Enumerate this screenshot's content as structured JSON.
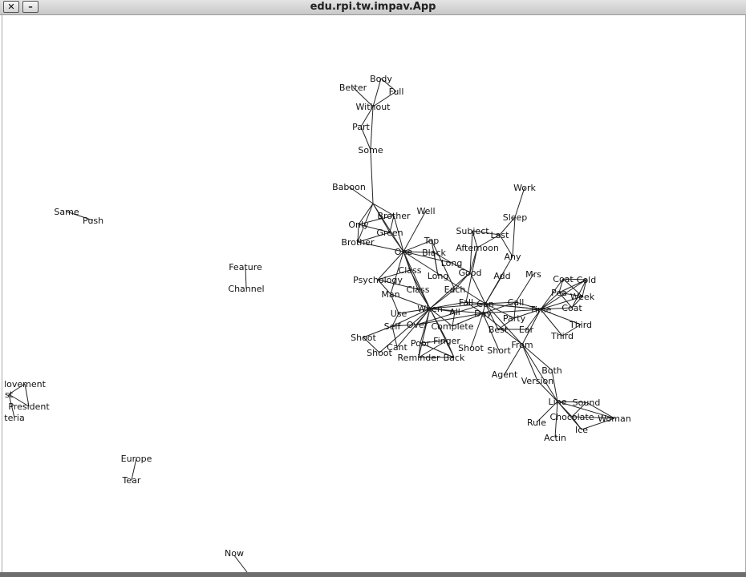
{
  "window": {
    "title": "edu.rpi.tw.impav.App",
    "close_label": "✕",
    "minimize_label": "–"
  },
  "graph": {
    "nodes": [
      {
        "id": "body",
        "label": "Body"
      },
      {
        "id": "better",
        "label": "Better"
      },
      {
        "id": "full",
        "label": "Full"
      },
      {
        "id": "without",
        "label": "Without"
      },
      {
        "id": "part",
        "label": "Part"
      },
      {
        "id": "some",
        "label": "Some"
      },
      {
        "id": "baboon",
        "label": "Baboon"
      },
      {
        "id": "n",
        "label": "N"
      },
      {
        "id": "only",
        "label": "Only"
      },
      {
        "id": "brother1",
        "label": "Brother"
      },
      {
        "id": "well",
        "label": "Well"
      },
      {
        "id": "green",
        "label": "Green"
      },
      {
        "id": "brother2",
        "label": "Brother"
      },
      {
        "id": "one",
        "label": "One"
      },
      {
        "id": "black",
        "label": "Black"
      },
      {
        "id": "top",
        "label": "Top"
      },
      {
        "id": "long1",
        "label": "Long"
      },
      {
        "id": "long2",
        "label": "Long"
      },
      {
        "id": "psychology",
        "label": "Psychology"
      },
      {
        "id": "class1",
        "label": "Class"
      },
      {
        "id": "class2",
        "label": "Class"
      },
      {
        "id": "man",
        "label": "Man"
      },
      {
        "id": "each",
        "label": "Each"
      },
      {
        "id": "good",
        "label": "Good"
      },
      {
        "id": "subject",
        "label": "Subject"
      },
      {
        "id": "last",
        "label": "Last"
      },
      {
        "id": "afternoon",
        "label": "Afternoon"
      },
      {
        "id": "any",
        "label": "Any"
      },
      {
        "id": "add",
        "label": "Add"
      },
      {
        "id": "work",
        "label": "Work"
      },
      {
        "id": "sleep",
        "label": "Sleep"
      },
      {
        "id": "mrs",
        "label": "Mrs"
      },
      {
        "id": "fall",
        "label": "Fall"
      },
      {
        "id": "can",
        "label": "Can"
      },
      {
        "id": "day",
        "label": "Day"
      },
      {
        "id": "call",
        "label": "Call"
      },
      {
        "id": "party",
        "label": "Party"
      },
      {
        "id": "best",
        "label": "Best"
      },
      {
        "id": "ear",
        "label": "Ear"
      },
      {
        "id": "from",
        "label": "From"
      },
      {
        "id": "time",
        "label": "Time"
      },
      {
        "id": "coat1",
        "label": "Coat"
      },
      {
        "id": "cold",
        "label": "Cold"
      },
      {
        "id": "pea",
        "label": "Pea"
      },
      {
        "id": "week",
        "label": "Week"
      },
      {
        "id": "coat2",
        "label": "Coat"
      },
      {
        "id": "third1",
        "label": "Third"
      },
      {
        "id": "third2",
        "label": "Third"
      },
      {
        "id": "when",
        "label": "When"
      },
      {
        "id": "all",
        "label": "All"
      },
      {
        "id": "use",
        "label": "Use"
      },
      {
        "id": "over",
        "label": "Over"
      },
      {
        "id": "complete",
        "label": "Complete"
      },
      {
        "id": "self",
        "label": "Self"
      },
      {
        "id": "shoot1",
        "label": "Shoot"
      },
      {
        "id": "cant",
        "label": "Cant"
      },
      {
        "id": "shoot2",
        "label": "Shoot"
      },
      {
        "id": "poor",
        "label": "Poor"
      },
      {
        "id": "finger",
        "label": "Finger"
      },
      {
        "id": "reminder",
        "label": "Reminder"
      },
      {
        "id": "back",
        "label": "Back"
      },
      {
        "id": "shoot3",
        "label": "Shoot"
      },
      {
        "id": "short",
        "label": "Short"
      },
      {
        "id": "agent",
        "label": "Agent"
      },
      {
        "id": "both",
        "label": "Both"
      },
      {
        "id": "version",
        "label": "Version"
      },
      {
        "id": "line",
        "label": "Line"
      },
      {
        "id": "sound",
        "label": "Sound"
      },
      {
        "id": "chocolate",
        "label": "Chocolate"
      },
      {
        "id": "woman",
        "label": "Woman"
      },
      {
        "id": "rule",
        "label": "Rule"
      },
      {
        "id": "ice",
        "label": "Ice"
      },
      {
        "id": "actin",
        "label": "Actin"
      },
      {
        "id": "same",
        "label": "Same"
      },
      {
        "id": "push",
        "label": "Push"
      },
      {
        "id": "feature",
        "label": "Feature"
      },
      {
        "id": "channel",
        "label": "Channel"
      },
      {
        "id": "movement",
        "label": "lovement"
      },
      {
        "id": "st",
        "label": "st"
      },
      {
        "id": "president",
        "label": "President"
      },
      {
        "id": "teria",
        "label": "teria"
      },
      {
        "id": "europe",
        "label": "Europe"
      },
      {
        "id": "tear",
        "label": "Tear"
      },
      {
        "id": "now",
        "label": "Now"
      }
    ],
    "edges": [
      [
        "body",
        "without"
      ],
      [
        "body",
        "full"
      ],
      [
        "better",
        "without"
      ],
      [
        "full",
        "without"
      ],
      [
        "without",
        "part"
      ],
      [
        "without",
        "some"
      ],
      [
        "part",
        "some"
      ],
      [
        "some",
        "n"
      ],
      [
        "baboon",
        "n"
      ],
      [
        "n",
        "only"
      ],
      [
        "n",
        "brother1"
      ],
      [
        "n",
        "green"
      ],
      [
        "n",
        "brother2"
      ],
      [
        "n",
        "one"
      ],
      [
        "only",
        "brother1"
      ],
      [
        "only",
        "green"
      ],
      [
        "only",
        "brother2"
      ],
      [
        "brother1",
        "green"
      ],
      [
        "green",
        "brother2"
      ],
      [
        "brother2",
        "one"
      ],
      [
        "brother1",
        "one"
      ],
      [
        "green",
        "one"
      ],
      [
        "well",
        "one"
      ],
      [
        "one",
        "black"
      ],
      [
        "one",
        "top"
      ],
      [
        "one",
        "long1"
      ],
      [
        "one",
        "class1"
      ],
      [
        "one",
        "psychology"
      ],
      [
        "one",
        "man"
      ],
      [
        "one",
        "class2"
      ],
      [
        "one",
        "when"
      ],
      [
        "one",
        "can"
      ],
      [
        "black",
        "long1"
      ],
      [
        "black",
        "long2"
      ],
      [
        "top",
        "long2"
      ],
      [
        "top",
        "each"
      ],
      [
        "long1",
        "good"
      ],
      [
        "psychology",
        "class1"
      ],
      [
        "psychology",
        "man"
      ],
      [
        "psychology",
        "class2"
      ],
      [
        "class1",
        "when"
      ],
      [
        "man",
        "when"
      ],
      [
        "class2",
        "when"
      ],
      [
        "man",
        "use"
      ],
      [
        "when",
        "each"
      ],
      [
        "when",
        "good"
      ],
      [
        "when",
        "fall"
      ],
      [
        "when",
        "can"
      ],
      [
        "when",
        "day"
      ],
      [
        "when",
        "all"
      ],
      [
        "when",
        "over"
      ],
      [
        "when",
        "complete"
      ],
      [
        "when",
        "use"
      ],
      [
        "when",
        "self"
      ],
      [
        "when",
        "cant"
      ],
      [
        "when",
        "poor"
      ],
      [
        "when",
        "finger"
      ],
      [
        "when",
        "reminder"
      ],
      [
        "when",
        "back"
      ],
      [
        "when",
        "shoot2"
      ],
      [
        "over",
        "self"
      ],
      [
        "over",
        "can"
      ],
      [
        "over",
        "day"
      ],
      [
        "all",
        "complete"
      ],
      [
        "use",
        "self"
      ],
      [
        "self",
        "shoot1"
      ],
      [
        "shoot1",
        "shoot2"
      ],
      [
        "self",
        "cant"
      ],
      [
        "poor",
        "finger"
      ],
      [
        "poor",
        "reminder"
      ],
      [
        "poor",
        "back"
      ],
      [
        "finger",
        "reminder"
      ],
      [
        "finger",
        "back"
      ],
      [
        "reminder",
        "back"
      ],
      [
        "good",
        "subject"
      ],
      [
        "good",
        "afternoon"
      ],
      [
        "good",
        "each"
      ],
      [
        "good",
        "can"
      ],
      [
        "subject",
        "last"
      ],
      [
        "subject",
        "afternoon"
      ],
      [
        "last",
        "afternoon"
      ],
      [
        "last",
        "any"
      ],
      [
        "afternoon",
        "fall"
      ],
      [
        "any",
        "can"
      ],
      [
        "sleep",
        "work"
      ],
      [
        "sleep",
        "last"
      ],
      [
        "sleep",
        "any"
      ],
      [
        "add",
        "can"
      ],
      [
        "fall",
        "can"
      ],
      [
        "fall",
        "day"
      ],
      [
        "can",
        "day"
      ],
      [
        "can",
        "call"
      ],
      [
        "can",
        "time"
      ],
      [
        "can",
        "party"
      ],
      [
        "can",
        "best"
      ],
      [
        "can",
        "from"
      ],
      [
        "day",
        "time"
      ],
      [
        "day",
        "call"
      ],
      [
        "day",
        "shoot3"
      ],
      [
        "day",
        "short"
      ],
      [
        "day",
        "complete"
      ],
      [
        "fall",
        "time"
      ],
      [
        "call",
        "party"
      ],
      [
        "call",
        "time"
      ],
      [
        "party",
        "best"
      ],
      [
        "party",
        "time"
      ],
      [
        "best",
        "ear"
      ],
      [
        "ear",
        "time"
      ],
      [
        "mrs",
        "call"
      ],
      [
        "time",
        "coat1"
      ],
      [
        "time",
        "cold"
      ],
      [
        "time",
        "pea"
      ],
      [
        "time",
        "week"
      ],
      [
        "time",
        "coat2"
      ],
      [
        "time",
        "third1"
      ],
      [
        "time",
        "third2"
      ],
      [
        "time",
        "from"
      ],
      [
        "third1",
        "third2"
      ],
      [
        "coat1",
        "cold"
      ],
      [
        "coat1",
        "pea"
      ],
      [
        "coat1",
        "week"
      ],
      [
        "cold",
        "pea"
      ],
      [
        "cold",
        "week"
      ],
      [
        "pea",
        "week"
      ],
      [
        "pea",
        "coat2"
      ],
      [
        "week",
        "coat2"
      ],
      [
        "cold",
        "coat2"
      ],
      [
        "from",
        "agent"
      ],
      [
        "from",
        "both"
      ],
      [
        "from",
        "version"
      ],
      [
        "from",
        "line"
      ],
      [
        "from",
        "day"
      ],
      [
        "both",
        "line"
      ],
      [
        "version",
        "line"
      ],
      [
        "line",
        "sound"
      ],
      [
        "line",
        "chocolate"
      ],
      [
        "line",
        "woman"
      ],
      [
        "line",
        "ice"
      ],
      [
        "line",
        "rule"
      ],
      [
        "line",
        "actin"
      ],
      [
        "sound",
        "woman"
      ],
      [
        "chocolate",
        "woman"
      ],
      [
        "chocolate",
        "ice"
      ],
      [
        "woman",
        "ice"
      ],
      [
        "sound",
        "chocolate"
      ],
      [
        "same",
        "push"
      ],
      [
        "feature",
        "channel"
      ],
      [
        "movement",
        "st"
      ],
      [
        "movement",
        "president"
      ],
      [
        "st",
        "president"
      ],
      [
        "st",
        "teria"
      ],
      [
        "europe",
        "tear"
      ]
    ]
  }
}
